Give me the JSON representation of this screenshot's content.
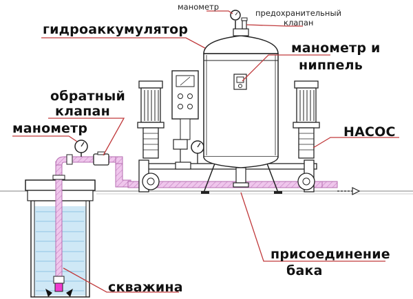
{
  "labels": {
    "manometer_top": "манометр",
    "safety_valve_line1": "предохранительный",
    "safety_valve_line2": "клапан",
    "hydro_accumulator": "гидроаккумулятор",
    "manometer_nipple_line1": "манометр и",
    "manometer_nipple_line2": "ниппель",
    "check_valve_line1": "обратный",
    "check_valve_line2": "клапан",
    "manometer_left": "манометр",
    "pump": "НАСОС",
    "tank_connection_line1": "присоединение",
    "tank_connection_line2": "бака",
    "well": "скважина"
  },
  "colors": {
    "pipe_fill": "#e6b3e3",
    "pipe_stroke": "#b46cb0",
    "water": "#cfe8f6",
    "water_lines": "#8fc3e4",
    "leader": "#c0393b",
    "outline": "#222222",
    "ground": "#9a9a9a",
    "suction_tip": "#f03ccf"
  },
  "icons": {
    "flow_arrow": "arrow-right-icon",
    "gauge": "pressure-gauge-icon"
  }
}
